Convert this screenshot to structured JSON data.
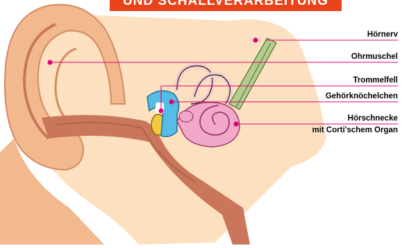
{
  "diagram": {
    "title": "UND SCHALLVERARBEITUNG",
    "labels": [
      {
        "id": "hoernerv",
        "text": "Hörnerv"
      },
      {
        "id": "ohrmuschel",
        "text": "Ohrmuschel"
      },
      {
        "id": "trommelfell",
        "text": "Trommelfell"
      },
      {
        "id": "gehoerknoechelchen",
        "text": "Gehörknöchelchen"
      },
      {
        "id": "hoerschnecke",
        "text": "Hörschnecke"
      },
      {
        "id": "corti",
        "text": "mit Corti'schem Organ"
      }
    ],
    "colors": {
      "banner": "#e8431a",
      "leader": "#e0006f",
      "skin_background": "#fde0bf",
      "ear_skin": "#f2b98f",
      "canal": "#c9765a",
      "cochlea": "#f2a8c8",
      "ossicle_blue": "#56bde6",
      "ossicle_yellow": "#f5c842",
      "nerve": "#b5cc8e"
    }
  }
}
